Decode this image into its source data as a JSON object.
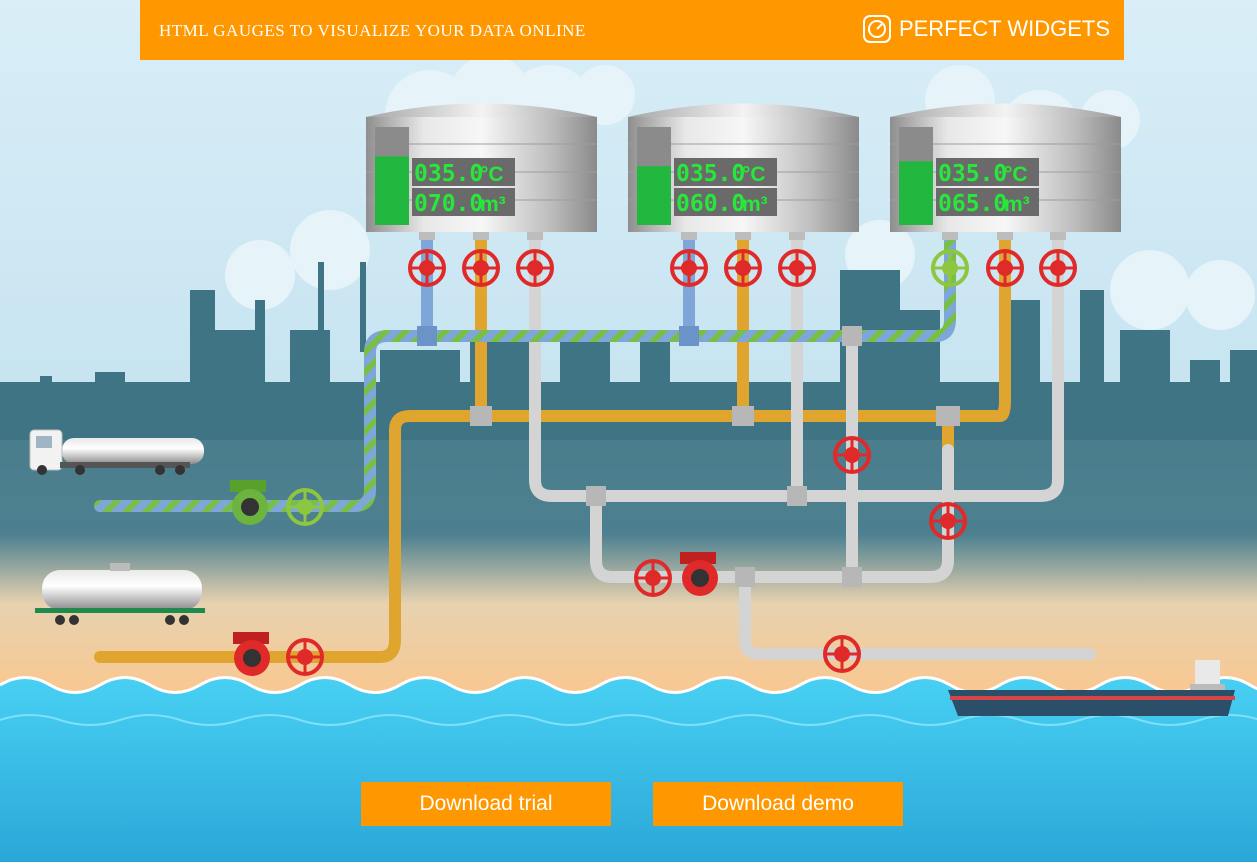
{
  "header": {
    "title": "HTML GAUGES TO VISUALIZE YOUR DATA ONLINE",
    "brand": "PERFECT WIDGETS",
    "brand_icon": "gauge-icon"
  },
  "tanks": [
    {
      "temperature": "035.0",
      "temperature_unit": "°C",
      "volume": "070.0",
      "volume_unit": "m³",
      "level": 0.7
    },
    {
      "temperature": "035.0",
      "temperature_unit": "°C",
      "volume": "060.0",
      "volume_unit": "m³",
      "level": 0.6
    },
    {
      "temperature": "035.0",
      "temperature_unit": "°C",
      "volume": "065.0",
      "volume_unit": "m³",
      "level": 0.65
    }
  ],
  "buttons": {
    "trial": "Download trial",
    "demo": "Download demo"
  },
  "colors": {
    "accent": "#ff9800",
    "sky": "#cfe7f4",
    "city": "#3f7485",
    "sand": "#f6c99a",
    "sea": "#43cdf0",
    "pipe_blue": "#7fa6d9",
    "pipe_gold": "#e0a52f",
    "pipe_gray": "#d4d4d4",
    "valve_red": "#e02a2a",
    "valve_green": "#8dc63f",
    "lcd_green": "#27e83a"
  }
}
